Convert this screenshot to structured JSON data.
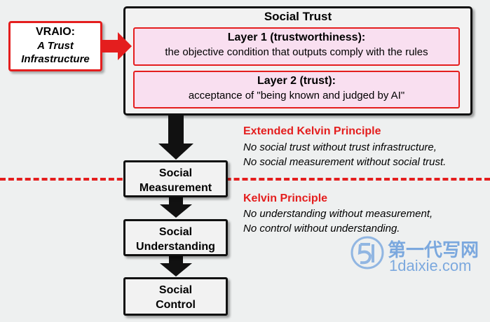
{
  "social_trust": {
    "title": "Social Trust",
    "layer1": {
      "title": "Layer 1 (trustworthiness):",
      "desc": "the objective condition that outputs comply with the rules"
    },
    "layer2": {
      "title": "Layer 2 (trust):",
      "desc": "acceptance of \"being known and judged by AI\""
    }
  },
  "vraio": {
    "line1": "VRAIO:",
    "line2": "A Trust",
    "line3": "Infrastructure"
  },
  "stack": {
    "measurement": {
      "line1": "Social",
      "line2": "Measurement"
    },
    "understanding": {
      "line1": "Social",
      "line2": "Understanding"
    },
    "control": {
      "line1": "Social",
      "line2": "Control"
    }
  },
  "extended_kelvin": {
    "title": "Extended Kelvin Principle",
    "line1": "No social trust without trust infrastructure,",
    "line2": "No social measurement without social trust."
  },
  "kelvin": {
    "title": "Kelvin Principle",
    "line1": "No understanding without measurement,",
    "line2": "No control without understanding."
  },
  "watermark": {
    "cn": "第一代写网",
    "url": "1daixie.com"
  },
  "colors": {
    "accent_red": "#e41e1e",
    "layer_fill": "#f9dff0",
    "box_border": "#111111"
  }
}
